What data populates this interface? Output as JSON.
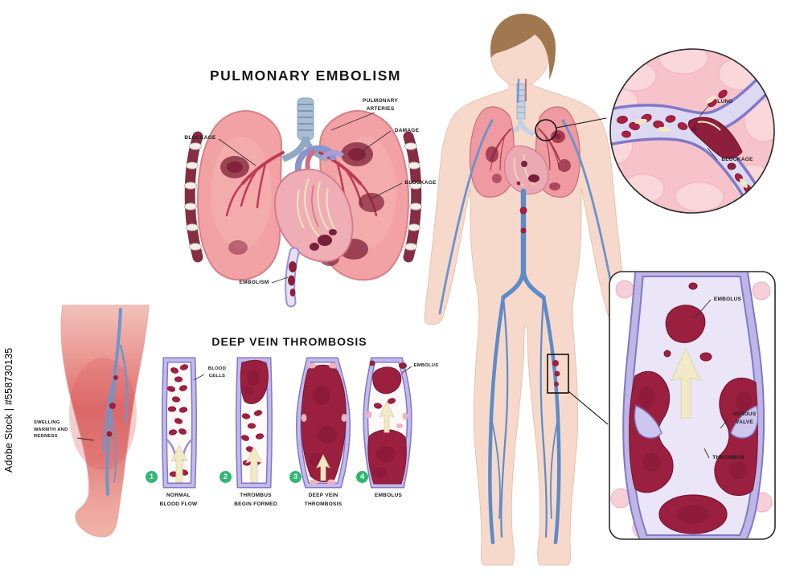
{
  "colors": {
    "skin": "#f7d9cb",
    "lung_pink": "#f2a2a4",
    "damage_red": "#7e2038",
    "vein_blue": "#5e8bc8",
    "vessel_wall": "#b3abe0",
    "vessel_wall_edge": "#8078c8",
    "blood_red": "#a81e3e",
    "thrombus": "#9b2040",
    "arrow_cream": "#f2e9c6",
    "stage_badge_green": "#2fb774",
    "inset_pink": "#f7c3ca"
  },
  "watermark": {
    "text": "Adobe Stock | #558730135"
  },
  "pulmonary": {
    "title": "PULMONARY EMBOLISM",
    "labels": {
      "blockage_left": "BLOCKAGE",
      "pulmonary_arteries": "PULMONARY\nARTERIES",
      "damage": "DAMAGE",
      "blockage_right": "BLOCKAGE",
      "embolism": "EMBOLISM"
    }
  },
  "lung_inset": {
    "lung": "LUNG",
    "blockage": "BLOCKAGE"
  },
  "vein_inset": {
    "embolus": "EMBOLUS",
    "venous_valve": "VENOUS\nVALVE",
    "thrombus": "THROMBUS"
  },
  "dvt": {
    "title": "DEEP VEIN THROMBOSIS",
    "annotations": {
      "blood_cells": "BLOOD\nCELLS",
      "embolus": "EMBOLUS"
    },
    "stages": [
      {
        "number": "1",
        "caption": "NORMAL\nBLOOD FLOW"
      },
      {
        "number": "2",
        "caption": "THROMBUS\nBEGIN FORMED"
      },
      {
        "number": "3",
        "caption": "DEEP VEIN\nTHROMBOSIS"
      },
      {
        "number": "4",
        "caption": "EMBOLUS"
      }
    ]
  },
  "leg": {
    "label": "SWELLING\nWARMTH AND\nREDNESS"
  }
}
